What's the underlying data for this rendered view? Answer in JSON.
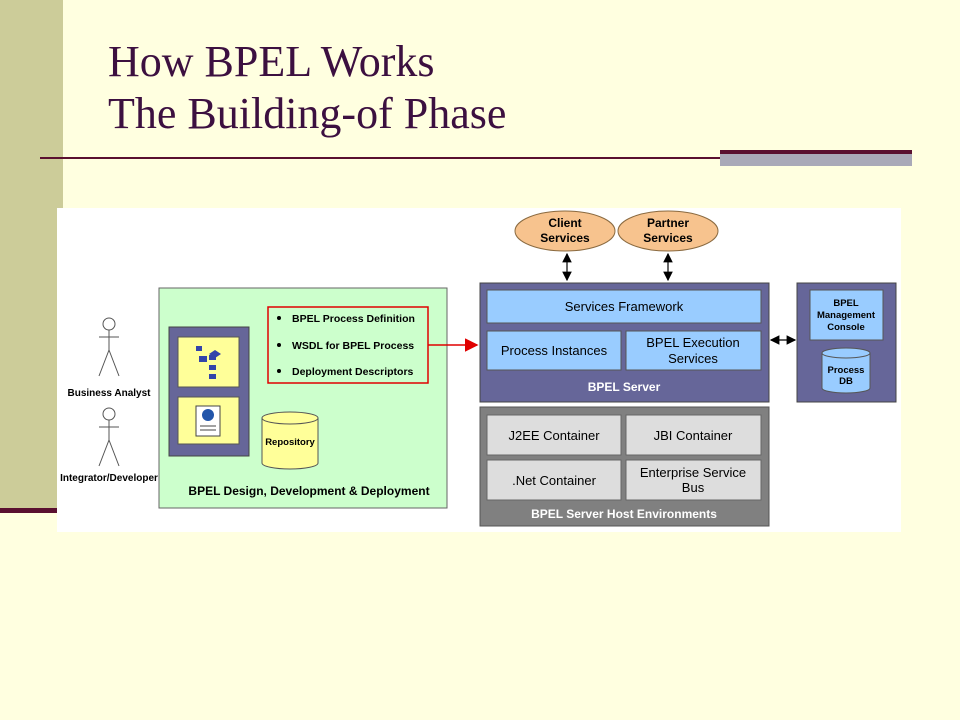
{
  "slide": {
    "title_line1": "How BPEL Works",
    "title_line2": "The Building-of Phase"
  },
  "diagram": {
    "client_services": "Client Services",
    "partner_services": "Partner Services",
    "actors": {
      "business_analyst": "Business Analyst",
      "integrator_developer": "Integrator/Developer"
    },
    "design": {
      "items": [
        "BPEL Process Definition",
        "WSDL for BPEL Process",
        "Deployment Descriptors"
      ],
      "repository": "Repository",
      "label": "BPEL Design, Development & Deployment"
    },
    "server": {
      "services_framework": "Services Framework",
      "process_instances": "Process Instances",
      "bpel_execution_line1": "BPEL Execution",
      "bpel_execution_line2": "Services",
      "label": "BPEL Server"
    },
    "management": {
      "console_line1": "BPEL",
      "console_line2": "Management",
      "console_line3": "Console",
      "db_line1": "Process",
      "db_line2": "DB"
    },
    "host": {
      "j2ee": "J2EE Container",
      "jbi": "JBI Container",
      "net": ".Net Container",
      "esb_line1": "Enterprise Service",
      "esb_line2": "Bus",
      "label": "BPEL Server Host Environments"
    },
    "colors": {
      "green_panel": "#CCFFCC",
      "server_panel": "#666699",
      "light_blue": "#99CCFF",
      "host_panel": "#808080",
      "container": "#DDDDDD",
      "cloud": "#F7C38E",
      "red_arrow": "#E00000",
      "tile": "#FFFF99"
    }
  }
}
